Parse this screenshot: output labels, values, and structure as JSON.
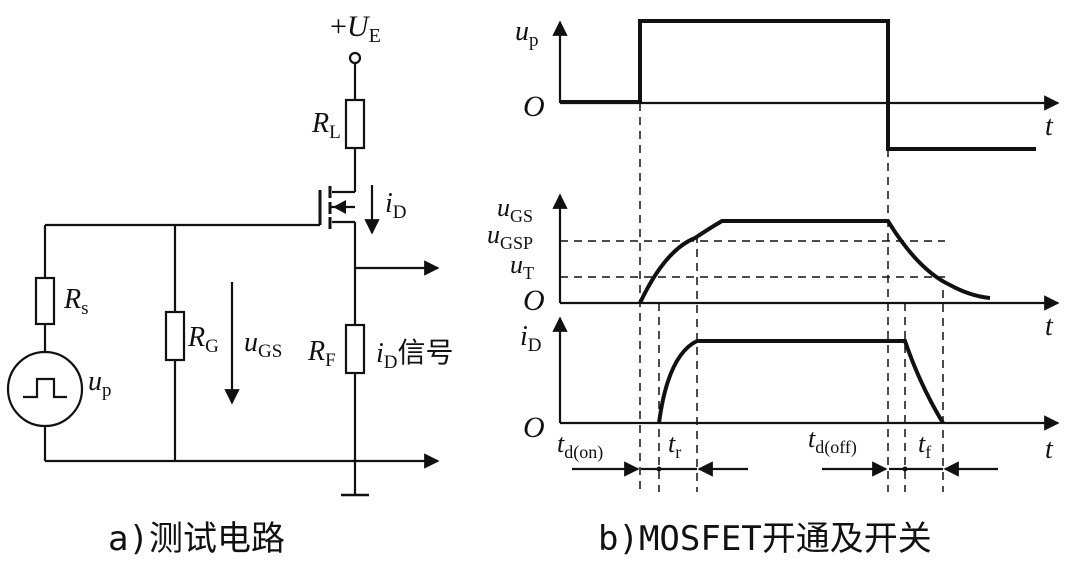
{
  "circuit": {
    "supply": {
      "sign": "+",
      "symbol": "U",
      "sub": "E"
    },
    "rl": {
      "symbol": "R",
      "sub": "L"
    },
    "rs": {
      "symbol": "R",
      "sub": "s"
    },
    "rg": {
      "symbol": "R",
      "sub": "G"
    },
    "rf": {
      "symbol": "R",
      "sub": "F"
    },
    "up": {
      "symbol": "u",
      "sub": "p"
    },
    "ugs": {
      "symbol": "u",
      "sub": "GS"
    },
    "id_arrow": {
      "symbol": "i",
      "sub": "D"
    },
    "id_signal": {
      "symbol": "i",
      "sub": "D",
      "suffix": "信号"
    },
    "caption": "a)测试电路"
  },
  "timing": {
    "up_axis": {
      "symbol": "u",
      "sub": "p"
    },
    "ugs_axis": {
      "symbol": "u",
      "sub": "GS"
    },
    "ugsp": {
      "symbol": "u",
      "sub": "GSP"
    },
    "ut": {
      "symbol": "u",
      "sub": "T"
    },
    "id_axis": {
      "symbol": "i",
      "sub": "D"
    },
    "origin": "O",
    "t": "t",
    "td_on": {
      "symbol": "t",
      "sub": "d(on)"
    },
    "tr": {
      "symbol": "t",
      "sub": "r"
    },
    "td_off": {
      "symbol": "t",
      "sub": "d(off)"
    },
    "tf": {
      "symbol": "t",
      "sub": "f"
    },
    "caption": "b)MOSFET开通及开关"
  }
}
